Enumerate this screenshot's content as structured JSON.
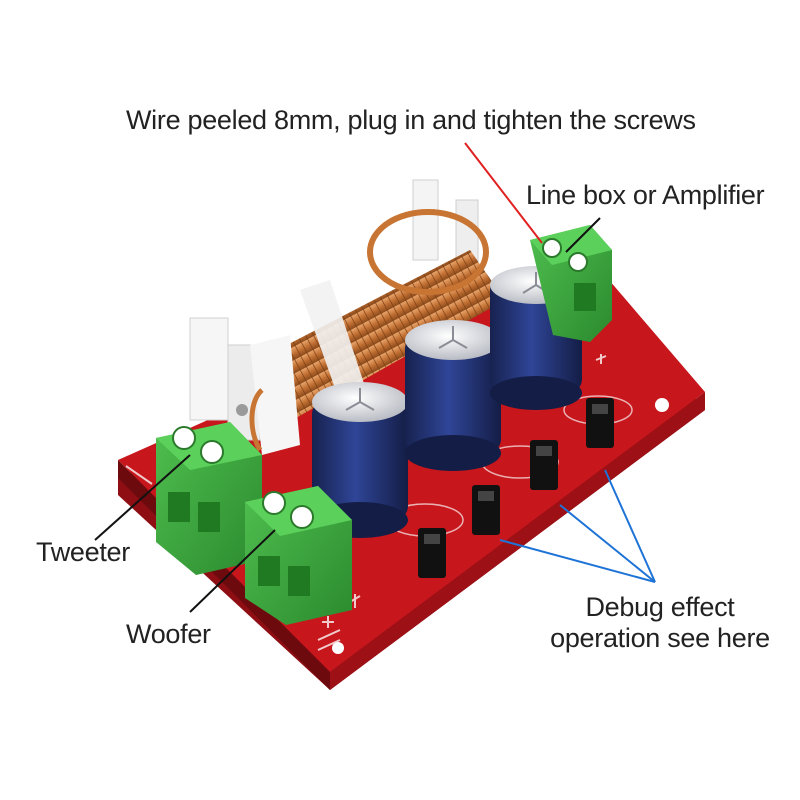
{
  "annotations": {
    "wire_instruction": "Wire peeled 8mm, plug in and tighten the screws",
    "input_label": "Line box or Amplifier",
    "tweeter_label": "Tweeter",
    "woofer_label": "Woofer",
    "debug_label": "Debug effect operation see here"
  },
  "colors": {
    "pcb_red": "#c8161d",
    "terminal_green": "#3aa33c",
    "capacitor_blue": "#1f2f6b",
    "coil_copper": "#c87533",
    "pointer_red": "#e02020",
    "pointer_blue": "#1e73d6",
    "pointer_black": "#111111"
  }
}
